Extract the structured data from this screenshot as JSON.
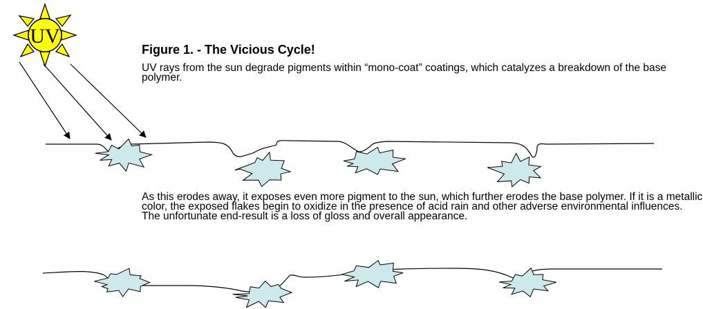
{
  "figure": {
    "label": "Figure 1.",
    "separator": " - ",
    "title": "The Vicious Cycle!"
  },
  "sun": {
    "label": "UV",
    "fill_color": "#ffff00",
    "outline_color": "#000000"
  },
  "text": {
    "intro": "UV rays from the sun degrade pigments within “mono-coat” coatings, which catalyzes a breakdown of the base polymer.",
    "erosion": "As this erodes away, it exposes even more pigment to the sun, which further erodes the base polymer.  If it is a metallic color, the exposed flakes begin to oxidize in the presence of acid rain and other adverse environmental influences.  The unfortunate end-result is a loss of gloss and overall appearance."
  },
  "colors": {
    "pigment_fill": "#cde9ec",
    "line": "#000000"
  },
  "icons": {
    "sun": "sun-icon",
    "pigment": "pigment-particle-icon",
    "ray": "uv-ray-arrow"
  }
}
